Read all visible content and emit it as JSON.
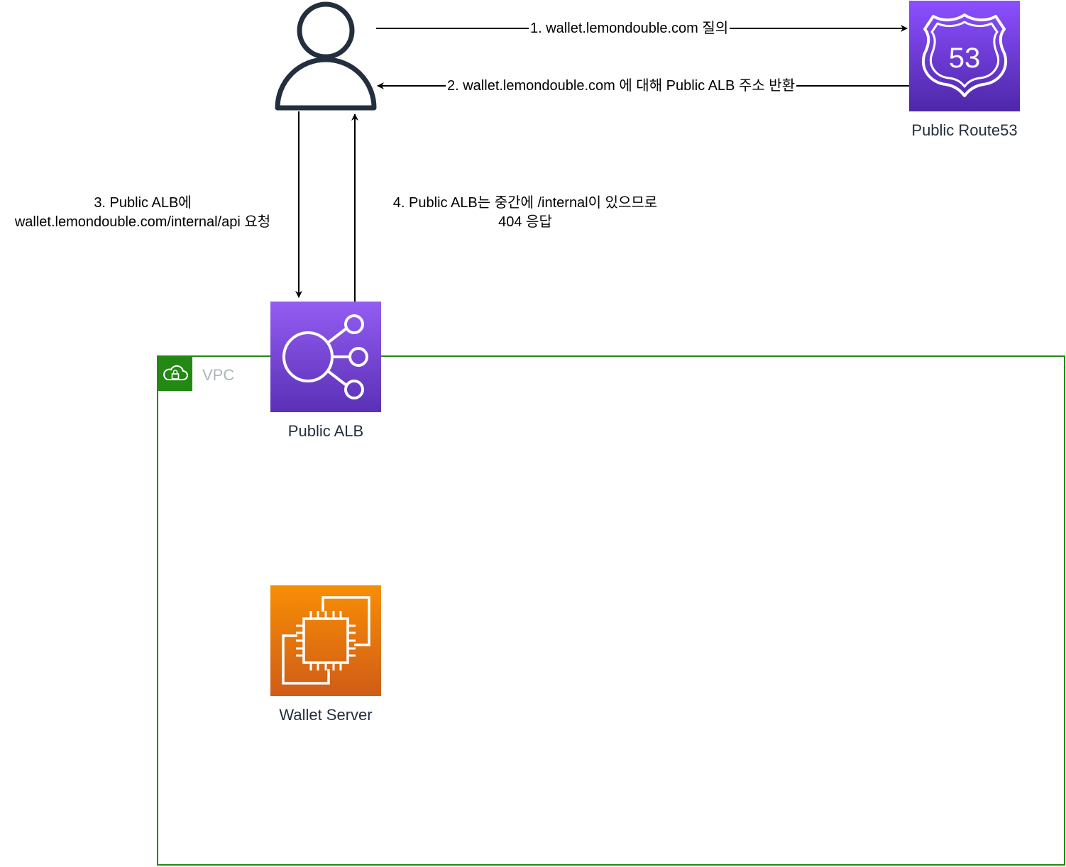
{
  "nodes": {
    "user": {
      "icon": "user-icon"
    },
    "route53": {
      "icon": "route53-icon",
      "label": "Public Route53",
      "badge_text": "53",
      "colors": [
        "#8c4fff",
        "#4d27a8"
      ]
    },
    "alb": {
      "icon": "elastic-load-balancer-icon",
      "label": "Public ALB",
      "colors": [
        "#945df2",
        "#5a30b5"
      ]
    },
    "wallet": {
      "icon": "ec2-instance-icon",
      "label": "Wallet Server",
      "colors": [
        "#f78e04",
        "#d05c17"
      ]
    }
  },
  "vpc": {
    "icon": "cloud-lock-icon",
    "label": "VPC",
    "color": "#248814"
  },
  "edges": {
    "step1": {
      "line1": "1. wallet.lemondouble.com 질의"
    },
    "step2": {
      "line1": "2. wallet.lemondouble.com 에 대해 Public ALB 주소 반환"
    },
    "step3": {
      "line1": "3. Public ALB에",
      "line2": "wallet.lemondouble.com/internal/api 요청"
    },
    "step4": {
      "line1": "4. Public ALB는 중간에 /internal이 있으므로",
      "line2": "404 응답"
    }
  }
}
